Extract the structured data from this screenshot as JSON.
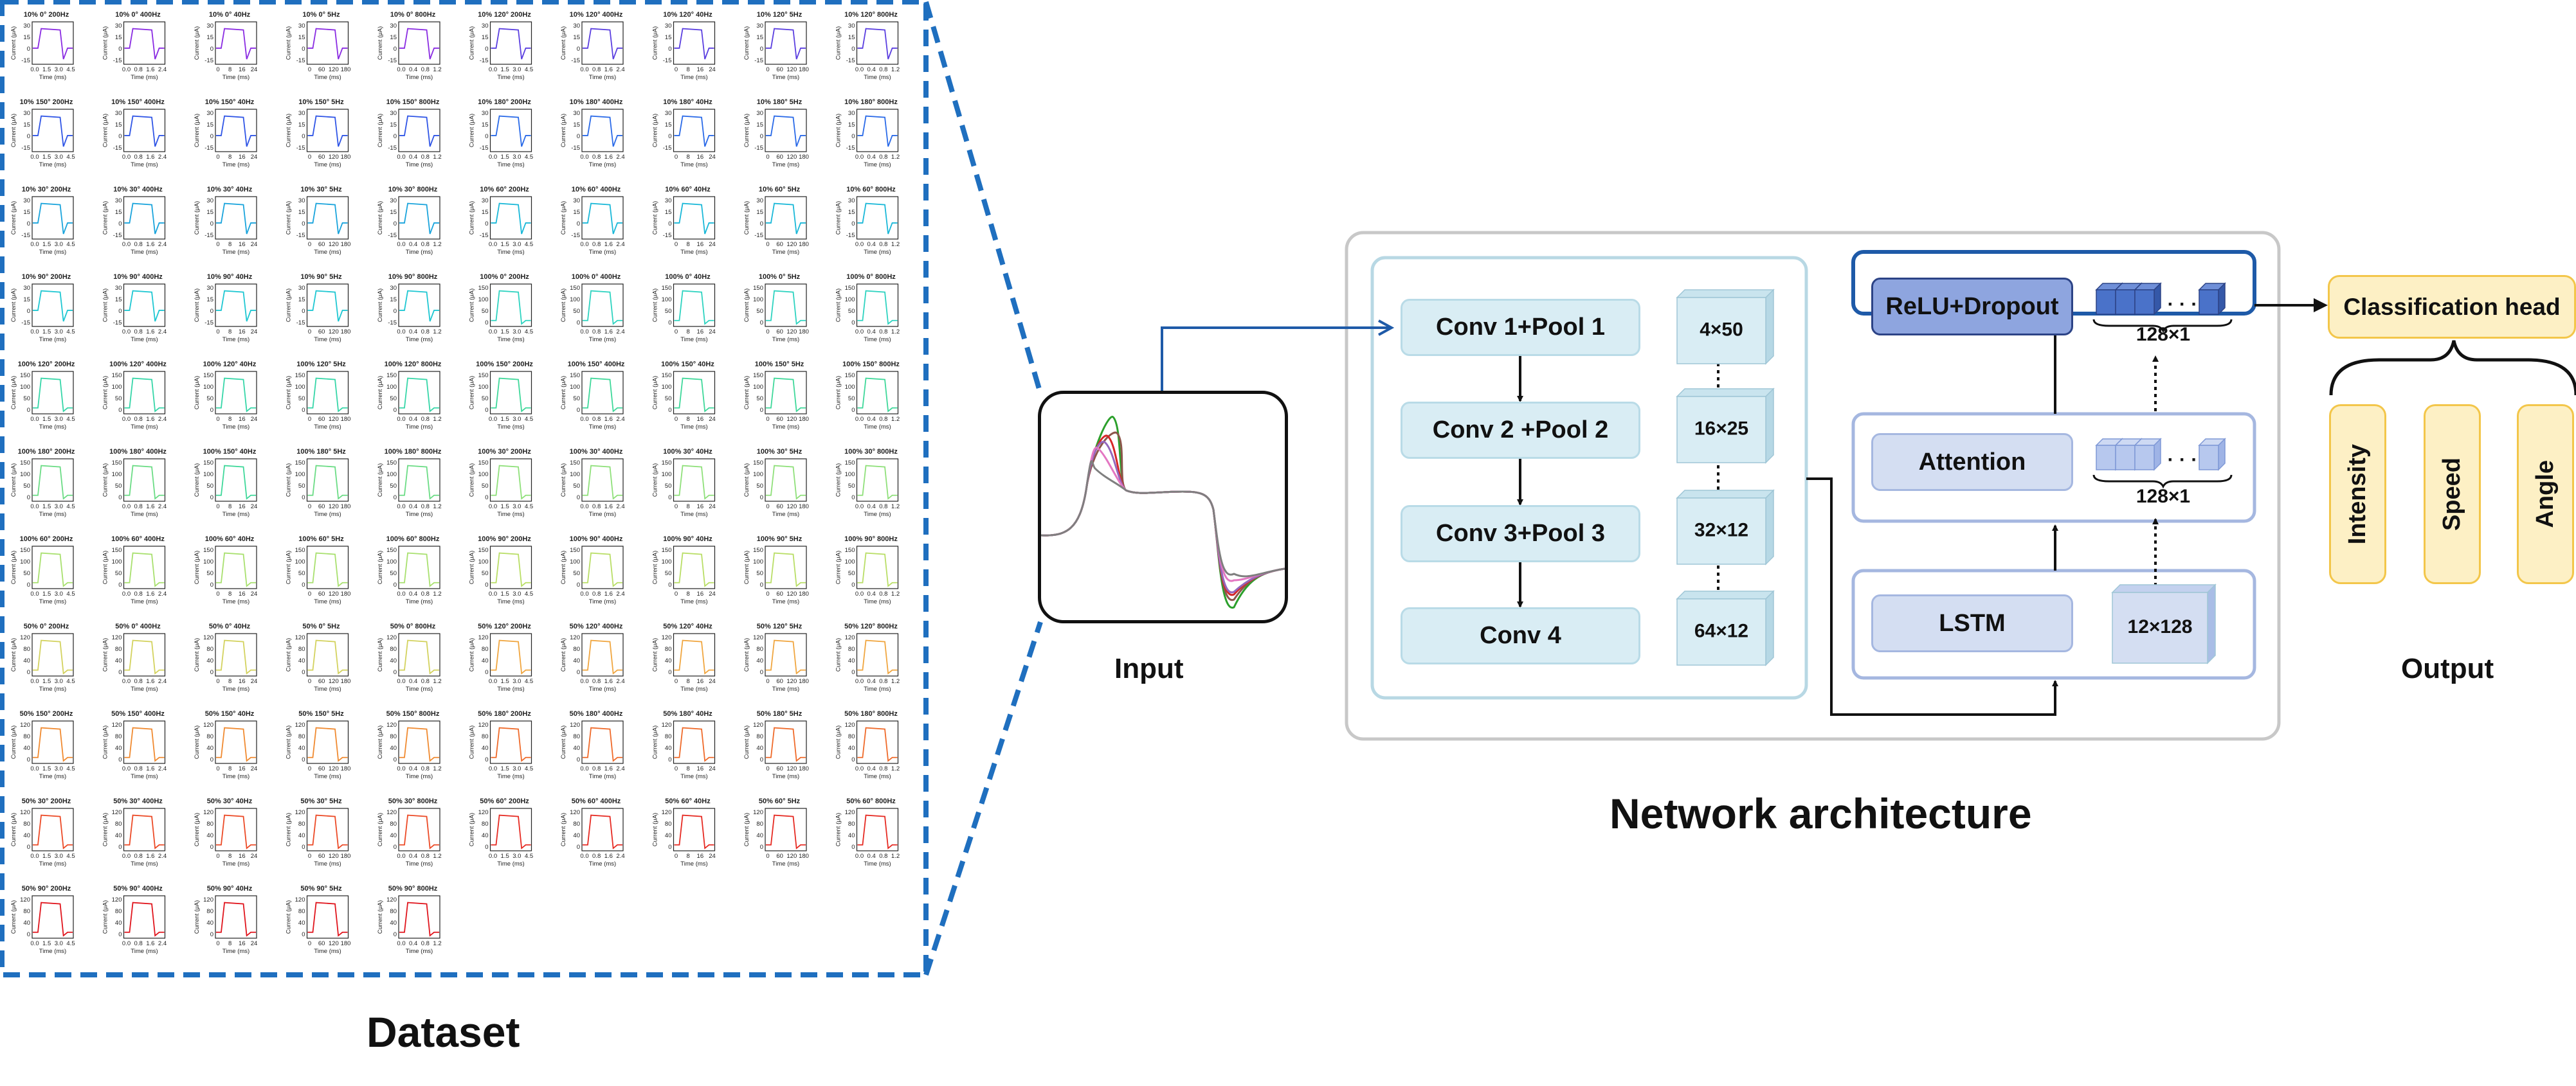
{
  "labels": {
    "dataset": "Dataset",
    "input": "Input",
    "network_architecture": "Network architecture",
    "output": "Output"
  },
  "cnn_layers": [
    "Conv 1+Pool 1",
    "Conv 2 +Pool 2",
    "Conv 3+Pool 3",
    "Conv 4"
  ],
  "cnn_dims": [
    "4×50",
    "16×25",
    "32×12",
    "64×12"
  ],
  "rnn_blocks": {
    "relu": "ReLU+Dropout",
    "attention": "Attention",
    "lstm": "LSTM"
  },
  "rnn_dims": {
    "relu": "128×1",
    "attention": "128×1",
    "lstm": "12×128",
    "ellipsis": "· · ·"
  },
  "classification_head": "Classification head",
  "outputs": [
    "Intensity",
    "Speed",
    "Angle"
  ],
  "dataset_thumbnails": {
    "y_label": "Current (μA)",
    "x_label": "Time (ms)",
    "titles": [
      "10% 0° 200Hz",
      "10% 0° 400Hz",
      "10% 0° 40Hz",
      "10% 0° 5Hz",
      "10% 0° 800Hz",
      "10% 120° 200Hz",
      "10% 120° 400Hz",
      "10% 120° 40Hz",
      "10% 120° 5Hz",
      "10% 120° 800Hz",
      "10% 150° 200Hz",
      "10% 150° 400Hz",
      "10% 150° 40Hz",
      "10% 150° 5Hz",
      "10% 150° 800Hz",
      "10% 180° 200Hz",
      "10% 180° 400Hz",
      "10% 180° 40Hz",
      "10% 180° 5Hz",
      "10% 180° 800Hz",
      "10% 30° 200Hz",
      "10% 30° 400Hz",
      "10% 30° 40Hz",
      "10% 30° 5Hz",
      "10% 30° 800Hz",
      "10% 60° 200Hz",
      "10% 60° 400Hz",
      "10% 60° 40Hz",
      "10% 60° 5Hz",
      "10% 60° 800Hz",
      "10% 90° 200Hz",
      "10% 90° 400Hz",
      "10% 90° 40Hz",
      "10% 90° 5Hz",
      "10% 90° 800Hz",
      "100% 0° 200Hz",
      "100% 0° 400Hz",
      "100% 0° 40Hz",
      "100% 0° 5Hz",
      "100% 0° 800Hz",
      "100% 120° 200Hz",
      "100% 120° 400Hz",
      "100% 120° 40Hz",
      "100% 120° 5Hz",
      "100% 120° 800Hz",
      "100% 150° 200Hz",
      "100% 150° 400Hz",
      "100% 150° 40Hz",
      "100% 150° 5Hz",
      "100% 150° 800Hz",
      "100% 180° 200Hz",
      "100% 180° 400Hz",
      "100% 150° 40Hz",
      "100% 180° 5Hz",
      "100% 180° 800Hz",
      "100% 30° 200Hz",
      "100% 30° 400Hz",
      "100% 30° 40Hz",
      "100% 30° 5Hz",
      "100% 30° 800Hz",
      "100% 60° 200Hz",
      "100% 60° 400Hz",
      "100% 60° 40Hz",
      "100% 60° 5Hz",
      "100% 60° 800Hz",
      "100% 90° 200Hz",
      "100% 90° 400Hz",
      "100% 90° 40Hz",
      "100% 90° 5Hz",
      "100% 90° 800Hz",
      "50% 0° 200Hz",
      "50% 0° 400Hz",
      "50% 0° 40Hz",
      "50% 0° 5Hz",
      "50% 0° 800Hz",
      "50% 120° 200Hz",
      "50% 120° 400Hz",
      "50% 120° 40Hz",
      "50% 120° 5Hz",
      "50% 120° 800Hz",
      "50% 150° 200Hz",
      "50% 150° 400Hz",
      "50% 150° 40Hz",
      "50% 150° 5Hz",
      "50% 150° 800Hz",
      "50% 180° 200Hz",
      "50% 180° 400Hz",
      "50% 180° 40Hz",
      "50% 180° 5Hz",
      "50% 180° 800Hz",
      "50% 30° 200Hz",
      "50% 30° 400Hz",
      "50% 30° 40Hz",
      "50% 30° 5Hz",
      "50% 30° 800Hz",
      "50% 60° 200Hz",
      "50% 60° 400Hz",
      "50% 60° 40Hz",
      "50% 60° 5Hz",
      "50% 60° 800Hz",
      "50% 90° 200Hz",
      "50% 90° 400Hz",
      "50% 90° 40Hz",
      "50% 90° 5Hz",
      "50% 90° 800Hz"
    ],
    "x_ticks": {
      "200Hz": [
        "0.0",
        "1.5",
        "3.0",
        "4.5"
      ],
      "400Hz": [
        "0.0",
        "0.8",
        "1.6",
        "2.4"
      ],
      "40Hz": [
        "0",
        "8",
        "16",
        "24"
      ],
      "5Hz": [
        "0",
        "60",
        "120",
        "180"
      ],
      "800Hz": [
        "0.0",
        "0.4",
        "0.8",
        "1.2"
      ]
    },
    "y_ticks_10pct": [
      "30",
      "15",
      "0",
      "-15"
    ],
    "y_ticks_100pct": [
      "150",
      "100",
      "50",
      "0"
    ],
    "y_ticks_50pct": [
      "120",
      "80",
      "40",
      "0"
    ],
    "colors": {
      "10% 0°": "#8a2be2",
      "10% 120°": "#5b3fe0",
      "10% 150°": "#2f55e6",
      "10% 180°": "#2a6ae8",
      "10% 30°": "#1aa4dc",
      "10% 60°": "#1ab8d8",
      "10% 90°": "#1ec7d2",
      "100% 0°": "#2ed3c0",
      "100% 120°": "#36d6a8",
      "100% 150°": "#3fd89a",
      "100% 180°": "#6bdc85",
      "100% 30°": "#8fe07a",
      "100% 60°": "#a8e06e",
      "100% 90°": "#b9de66",
      "50% 0°": "#d3d25e",
      "50% 120°": "#f0a640",
      "50% 150°": "#f08a30",
      "50% 180°": "#ef6a2a",
      "50% 30°": "#ec4a26",
      "50% 60°": "#e62a22",
      "50% 90°": "#e0141c"
    }
  },
  "input_waveform": {
    "trace_colors": [
      "#2ca02c",
      "#8c564b",
      "#d62728",
      "#9467bd",
      "#e377c2",
      "#7f7f7f"
    ]
  },
  "colors": {
    "dashed_border": "#1f6fbf",
    "layer_fill": "#d9edf4",
    "outer_panel_border": "#c8c8c8",
    "rnn_panel_border": "#1e5aa8",
    "cube_dark": "#4a72c9",
    "cube_light": "#b7c8ee",
    "yellow_fill": "#fdf0c5",
    "yellow_border": "#f3c64a"
  }
}
